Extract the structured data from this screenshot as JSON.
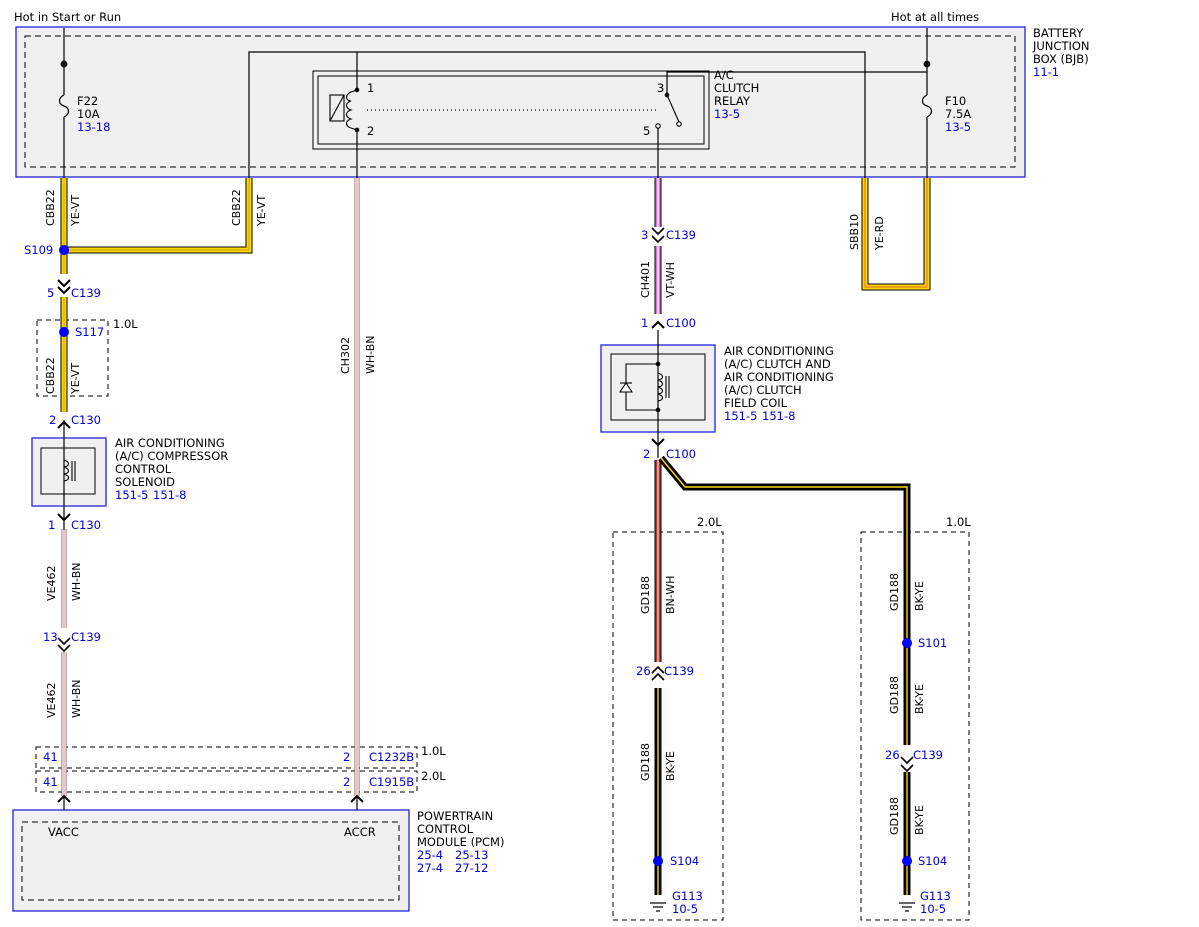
{
  "power": {
    "hot_start_run": "Hot in Start or Run",
    "hot_all_times": "Hot at all times"
  },
  "bjb": {
    "name_lines": [
      "BATTERY",
      "JUNCTION",
      "BOX (BJB)"
    ],
    "ref": "11-1"
  },
  "fuses": {
    "f22": {
      "id": "F22",
      "rating": "10A",
      "ref": "13-18"
    },
    "f10": {
      "id": "F10",
      "rating": "7.5A",
      "ref": "13-5"
    }
  },
  "relay": {
    "name_lines": [
      "A/C",
      "CLUTCH",
      "RELAY"
    ],
    "ref": "13-5",
    "pins": {
      "coil_top": "1",
      "coil_bottom": "2",
      "switch_in": "3",
      "switch_out": "5"
    }
  },
  "wires": {
    "cbb22_circuit": "CBB22",
    "cbb22_color": "YE-VT",
    "ch302_circuit": "CH302",
    "ch302_color": "WH-BN",
    "ch401_circuit": "CH401",
    "ch401_color": "VT-WH",
    "sbb10_circuit": "SBB10",
    "sbb10_color": "YE-RD",
    "ve462_circuit": "VE462",
    "ve462_color": "WH-BN",
    "gd188_circuit": "GD188",
    "bn_wh": "BN-WH",
    "bk_ye": "BK-YE"
  },
  "splices": {
    "s109": "S109",
    "s117": "S117",
    "s101": "S101",
    "s104": "S104"
  },
  "connectors": {
    "c139": "C139",
    "c130": "C130",
    "c100": "C100",
    "c1232b": "C1232B",
    "c1915b": "C1915B"
  },
  "pins": {
    "p1": "1",
    "p2": "2",
    "p3": "3",
    "p5": "5",
    "p13": "13",
    "p26": "26",
    "p41": "41"
  },
  "engines": {
    "e10": "1.0L",
    "e20": "2.0L"
  },
  "solenoid": {
    "name_lines": [
      "AIR CONDITIONING",
      "(A/C) COMPRESSOR",
      "CONTROL",
      "SOLENOID"
    ],
    "ref1": "151-5",
    "ref2": "151-8"
  },
  "clutch_coil": {
    "name_lines": [
      "AIR CONDITIONING",
      "(A/C) CLUTCH AND",
      "AIR CONDITIONING",
      "(A/C) CLUTCH",
      "FIELD COIL"
    ],
    "ref1": "151-5",
    "ref2": "151-8"
  },
  "pcm": {
    "name_lines": [
      "POWERTRAIN",
      "CONTROL",
      "MODULE (PCM)"
    ],
    "refs": [
      "25-4",
      "25-13",
      "27-4",
      "27-12"
    ],
    "pin_vacc": "VACC",
    "pin_accr": "ACCR"
  },
  "grounds": {
    "g113": "G113",
    "g113_ref": "10-5"
  },
  "colors": {
    "connector_blue": "#0000cc",
    "box_border": "#2222dd",
    "box_fill": "#f0f0f0",
    "yellow": "#ffd700",
    "violet": "#d17fd1",
    "white_brown": "#c98a8a",
    "brown_red": "#b03a2e",
    "black": "#000000"
  }
}
